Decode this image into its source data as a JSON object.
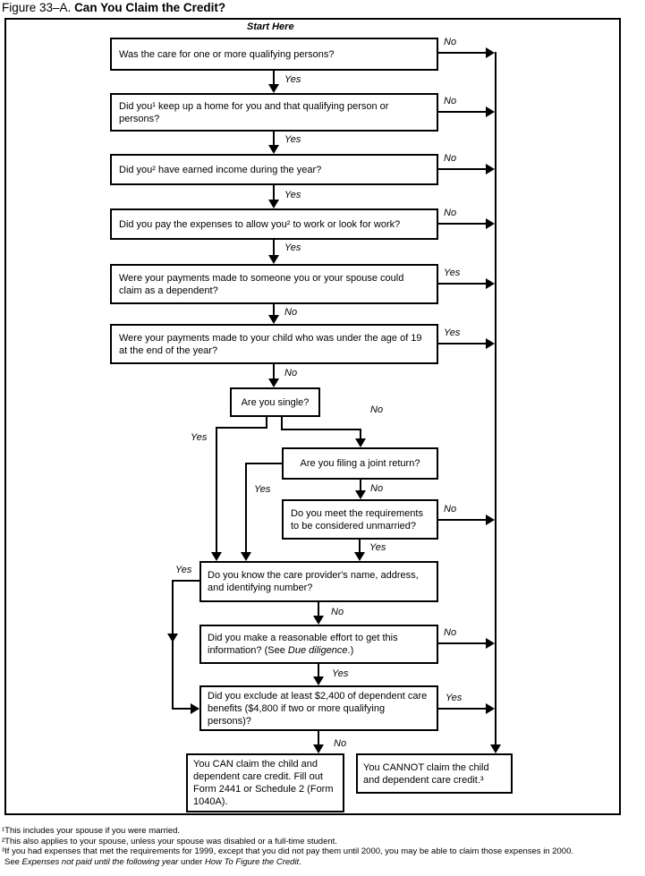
{
  "title": {
    "prefix": "Figure 33–A.",
    "main": "Can You Claim the Credit?"
  },
  "flowchart": {
    "start_label": "Start Here",
    "labels": {
      "yes": "Yes",
      "no": "No"
    },
    "nodes": {
      "care": "Was the care for one or more qualifying persons?",
      "home": "Did you¹ keep up a home for you and that qualifying person or persons?",
      "income": "Did you² have earned income during the year?",
      "expenses": "Did you pay the expenses to allow you² to work or look for work?",
      "dependent": "Were your payments made to someone you or your spouse could claim as a dependent?",
      "child": "Were your payments made to your child who was under the age of 19 at the end of the year?",
      "single": "Are you single?",
      "joint": "Are you filing a joint return?",
      "unmarried": "Do you meet the requirements to be considered unmarried?",
      "provider": "Do you know the care provider's name, address, and identifying number?",
      "effort": {
        "p1": "Did you make a reasonable effort to get this information? (See ",
        "italic": "Due diligence",
        "p2": ".)"
      },
      "exclude": "Did you exclude at least $2,400 of dependent care benefits ($4,800 if two or more qualifying persons)?",
      "can": "You CAN claim the child and dependent care credit. Fill out Form 2441 or Schedule 2 (Form 1040A).",
      "cannot": "You CANNOT claim the child and dependent care credit.³"
    }
  },
  "footnotes": {
    "f1": "¹This includes your spouse if you were married.",
    "f2": "²This also applies to your spouse, unless your spouse was disabled or a full-time student.",
    "f3": "³If you had expenses that met the requirements for 1999, except that you did not pay them until 2000, you may be able to claim those expenses in 2000.",
    "f4": {
      "p1": "See ",
      "i1": "Expenses not paid until the following year",
      "p2": " under ",
      "i2": "How To Figure the Credit",
      "p3": "."
    }
  }
}
